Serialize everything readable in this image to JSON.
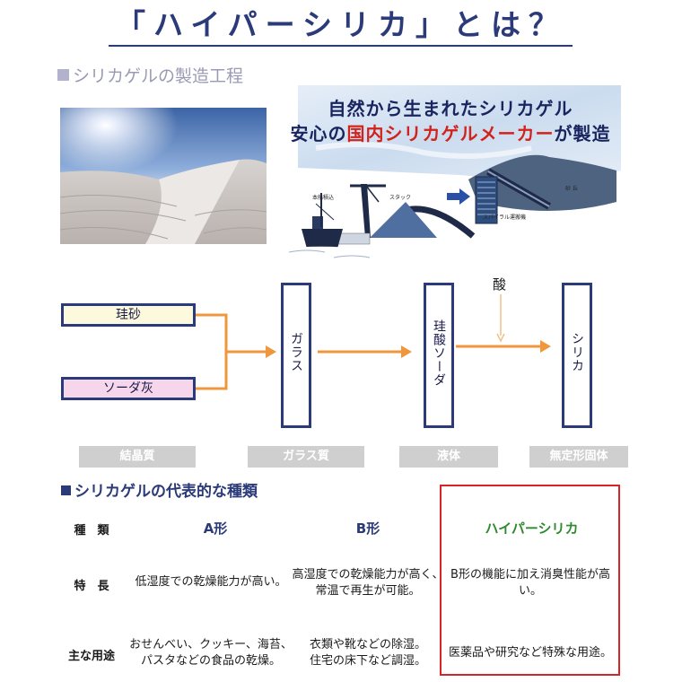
{
  "title": "「ハイパーシリカ」とは？",
  "section_manufacturing": "シリカゲルの製造工程",
  "illustration": {
    "line1": "自然から生まれたシリカゲル",
    "line2_pre": "安心の",
    "line2_red": "国内シリカゲルメーカー",
    "line2_post": "が製造",
    "label_port": "本船積込",
    "label_stack": "スタック",
    "label_conveyor": "スパイラル運搬機",
    "label_sand": "砂 丘"
  },
  "flow": {
    "input1": "珪砂",
    "input2": "ソーダ灰",
    "stage1": "ガラス",
    "stage2": "珪酸ソーダ",
    "reagent": "酸",
    "stage3": "シリカ",
    "states": [
      "結晶質",
      "ガラス質",
      "液体",
      "無定形固体"
    ],
    "colors": {
      "frame": "#2b3a78",
      "arrow": "#f0963c",
      "sand": "#fdf9dc",
      "soda": "#f6d6ea"
    }
  },
  "section_types": "シリカゲルの代表的な種類",
  "table": {
    "row_labels": [
      "種　類",
      "特　長",
      "主な用途"
    ],
    "columns": [
      {
        "name": "A形",
        "feature": "低湿度での乾燥能力が高い。",
        "usage_1": "おせんべい、クッキー、海苔、",
        "usage_2": "パスタなどの食品の乾燥。"
      },
      {
        "name": "B形",
        "feature_1": "高湿度での乾燥能力が高く、",
        "feature_2": "常温で再生が可能。",
        "usage_1": "衣類や靴などの除湿。",
        "usage_2": "住宅の床下など調湿。"
      },
      {
        "name": "ハイパーシリカ",
        "feature_1": "B形の機能に加え消臭性能が高",
        "feature_2": "い。",
        "usage": "医薬品や研究など特殊な用途。"
      }
    ],
    "highlight_color": "#d72424"
  }
}
